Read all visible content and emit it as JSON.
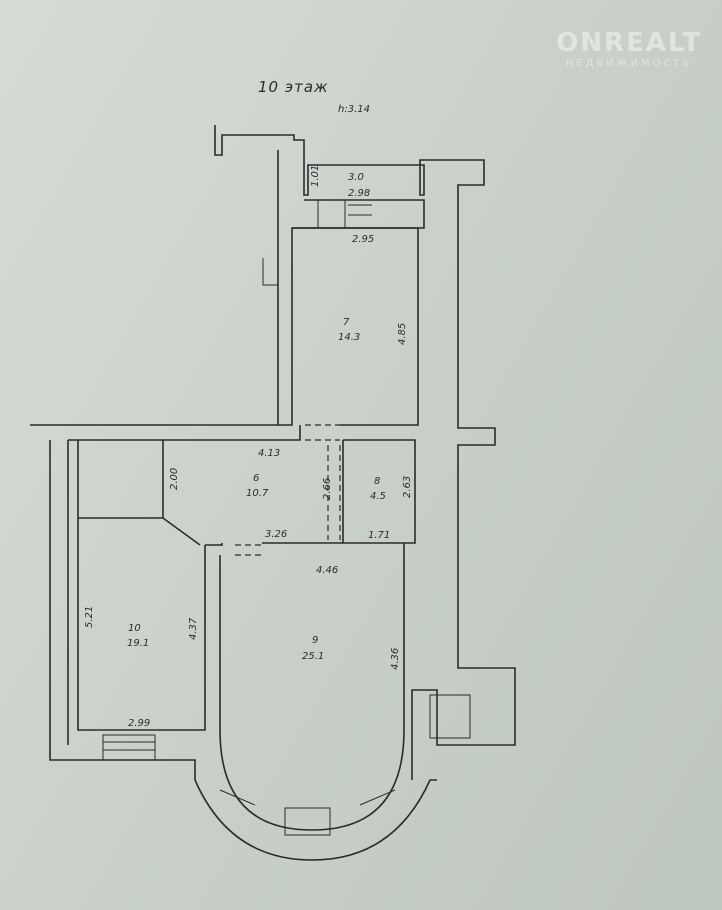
{
  "header": {
    "floor_label": "10 этаж",
    "height_label": "h:3.14"
  },
  "watermark": {
    "brand": "ONREALT",
    "subtitle": "НЕДВИЖИМОСТЬ"
  },
  "rooms": [
    {
      "number": "7",
      "area": "14.3"
    },
    {
      "number": "6",
      "area": "10.7"
    },
    {
      "number": "8",
      "area": "4.5"
    },
    {
      "number": "10",
      "area": "19.1"
    },
    {
      "number": "9",
      "area": "25.1"
    }
  ],
  "dimensions": {
    "balcony_width": "3.0",
    "balcony_depth": "1.01",
    "balcony_inner": "2.98",
    "r7_width": "2.95",
    "r7_length": "4.85",
    "r6_width": "4.13",
    "r6_depth": "2.00",
    "r6_side": "2.66",
    "r6_bottom": "3.26",
    "r8_side": "2.63",
    "r8_bottom": "1.71",
    "r10_left": "5.21",
    "r10_right": "4.37",
    "r10_bottom": "2.99",
    "r9_top": "4.46",
    "r9_side": "4.36"
  }
}
